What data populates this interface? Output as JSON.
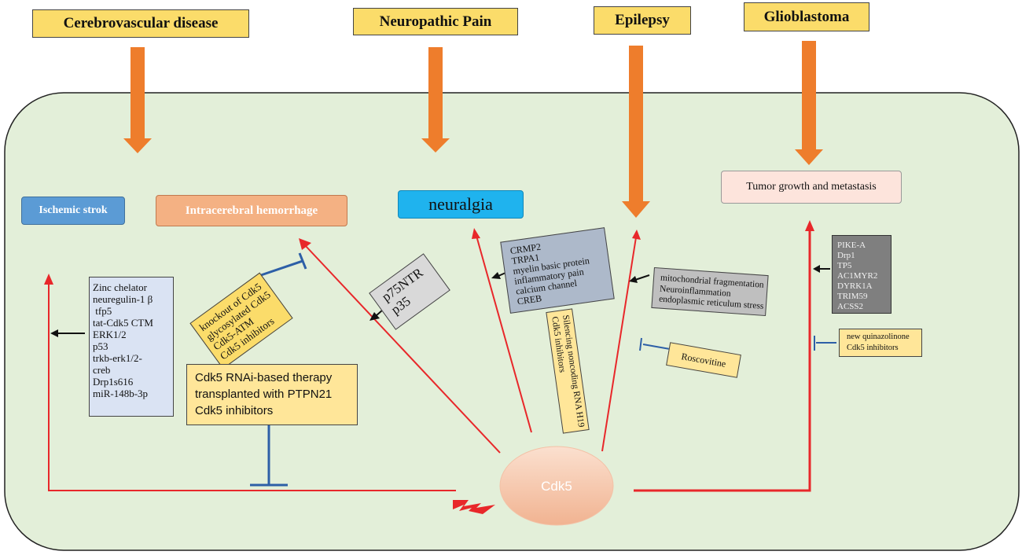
{
  "diseases": {
    "cerebrovascular": "Cerebrovascular disease",
    "neuropathic_pain": "Neuropathic Pain",
    "epilepsy": "Epilepsy",
    "glioblastoma": "Glioblastoma"
  },
  "outcomes": {
    "ischemic": "Ischemic strok",
    "ich": "Intracerebral hemorrhage",
    "neuralgia": "neuralgia",
    "tumor": "Tumor growth and metastasis"
  },
  "center": {
    "label": "Cdk5"
  },
  "ischemic_factors": [
    "Zinc chelator",
    "neuregulin-1 β",
    " tfp5",
    "tat-Cdk5 CTM",
    "ERK1/2",
    "p53",
    "trkb-erk1/2-",
    "creb",
    "Drp1s616",
    "miR-148b-3p"
  ],
  "ich_inhibitors": [
    "knockout of Cdk5",
    "glycosylated Cdk5",
    "Cdk5-ATM",
    "Cdk5 inhibitors"
  ],
  "ich_activators": [
    "p75NTR",
    "p35"
  ],
  "therapy": [
    "Cdk5 RNAi-based therapy",
    "transplanted with PTPN21",
    "Cdk5 inhibitors"
  ],
  "neuralgia_factors": [
    "CRMP2",
    "TRPA1",
    "myelin basic protein",
    "inflammatory pain",
    "calcium channel",
    "CREB"
  ],
  "neuralgia_inhibitors": [
    "Silencing noncoding RNA H19",
    "Cdk5 inhibitors"
  ],
  "epilepsy_factors": [
    "mitochondrial fragmentation",
    "Neuroinflammation",
    "endoplasmic reticulum stress"
  ],
  "epilepsy_inhibitor": "Roscovitine",
  "glioblastoma_factors": [
    "PIKE-A",
    "Drp1",
    "TP5",
    "AC1MYR2",
    "DYRK1A",
    "TRIM59",
    "ACSS2"
  ],
  "glioblastoma_inhibitors": [
    "new quinazolinone",
    "Cdk5 inhibitors"
  ],
  "colors": {
    "background_panel": "#e3efd9",
    "disease_box": "#fbdc6a",
    "orange_arrow": "#ee7d2c",
    "red_line": "#e8272a",
    "inhibit_line": "#2d5fa7",
    "ischemic_box": "#5b9bd5",
    "ich_box": "#f4b183",
    "neuralgia_box": "#1fb3ee",
    "tumor_box": "#fde4dc",
    "factor_list_bg": "#dae3f3",
    "neuralgia_factor_bg": "#adb9ca",
    "epilepsy_factor_bg": "#bfbfbf",
    "glioblastoma_factor_bg": "#7f7f7f",
    "yellow_box": "#ffe699",
    "cdk5_ellipse": "#f8cbad"
  }
}
